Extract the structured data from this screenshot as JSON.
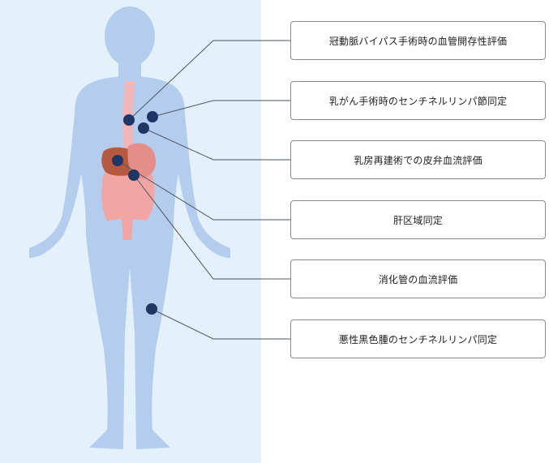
{
  "colors": {
    "panel_background": "#e3f1fb",
    "body_silhouette": "#b5cdec",
    "marker_dot": "#1f3563",
    "leader_line": "#4a5563",
    "organ_esophagus": "#f0b6b8",
    "organ_stomach": "#e58d88",
    "organ_liver": "#b55a3e",
    "organ_intestine": "#f2a6a4"
  },
  "labels": [
    {
      "id": "cabg",
      "text": "冠動脈バイパス手術時の血管開存性評価",
      "icon": "marker-dot"
    },
    {
      "id": "breast-sln",
      "text": "乳がん手術時のセンチネルリンパ節同定",
      "icon": "marker-dot"
    },
    {
      "id": "breast-flap",
      "text": "乳房再建術での皮弁血流評価",
      "icon": "marker-dot"
    },
    {
      "id": "liver",
      "text": "肝区域同定",
      "icon": "marker-dot"
    },
    {
      "id": "gi",
      "text": "消化管の血流評価",
      "icon": "marker-dot"
    },
    {
      "id": "melanoma",
      "text": "悪性黒色腫のセンチネルリンパ同定",
      "icon": "marker-dot"
    }
  ]
}
